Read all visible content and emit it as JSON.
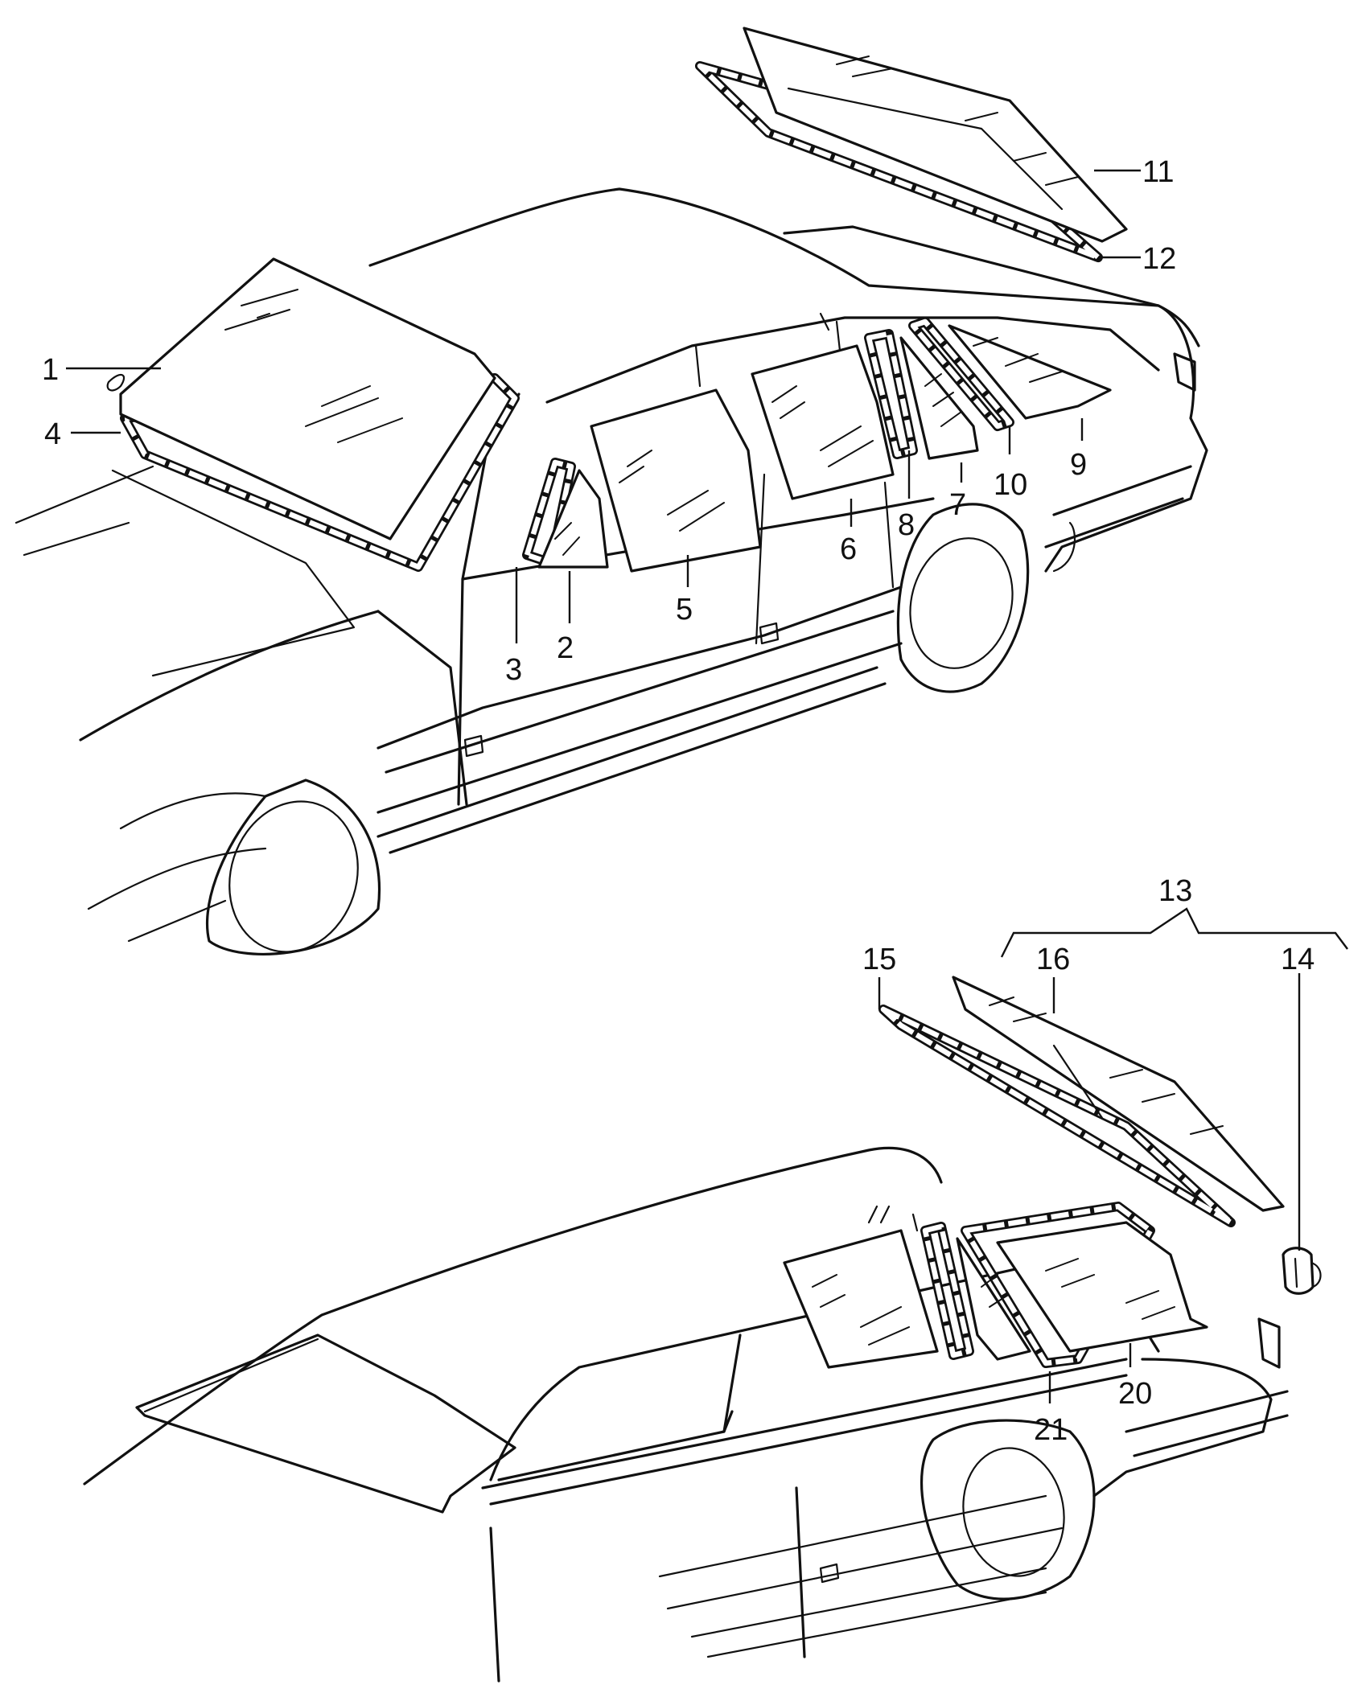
{
  "diagram": {
    "callouts": [
      {
        "id": "c1",
        "text": "1"
      },
      {
        "id": "c2",
        "text": "2"
      },
      {
        "id": "c3",
        "text": "3"
      },
      {
        "id": "c4",
        "text": "4"
      },
      {
        "id": "c5",
        "text": "5"
      },
      {
        "id": "c6",
        "text": "6"
      },
      {
        "id": "c7",
        "text": "7"
      },
      {
        "id": "c8",
        "text": "8"
      },
      {
        "id": "c9",
        "text": "9"
      },
      {
        "id": "c10",
        "text": "10"
      },
      {
        "id": "c11",
        "text": "11"
      },
      {
        "id": "c12",
        "text": "12"
      },
      {
        "id": "c13",
        "text": "13"
      },
      {
        "id": "c14",
        "text": "14"
      },
      {
        "id": "c15",
        "text": "15"
      },
      {
        "id": "c16",
        "text": "16"
      },
      {
        "id": "c20",
        "text": "20"
      },
      {
        "id": "c21",
        "text": "21"
      }
    ],
    "line_color": "#111111",
    "background": "#ffffff"
  }
}
